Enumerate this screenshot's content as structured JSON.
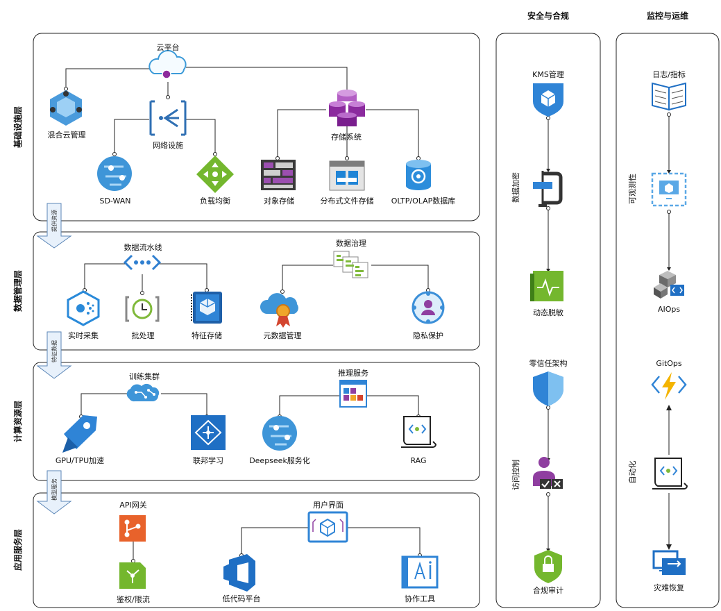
{
  "layers": {
    "infra": "基础设施层",
    "data": "数据管理层",
    "compute": "计算资源层",
    "app": "应用服务层"
  },
  "columns": {
    "security": "安全与合规",
    "ops": "监控与运维"
  },
  "flow_arrows": {
    "a1": "提供资源",
    "a2": "特征数据",
    "a3": "模型服务"
  },
  "infra": {
    "cloud": "云平台",
    "hybrid": "混合云管理",
    "network": "网络设施",
    "sdwan": "SD-WAN",
    "lb": "负载均衡",
    "storage": "存储系统",
    "object": "对象存储",
    "dfs": "分布式文件存储",
    "oltp": "OLTP/OLAP数据库"
  },
  "data": {
    "pipeline": "数据流水线",
    "realtime": "实时采集",
    "batch": "批处理",
    "feature": "特征存储",
    "governance": "数据治理",
    "meta": "元数据管理",
    "privacy": "隐私保护"
  },
  "compute": {
    "cluster": "训练集群",
    "gpu": "GPU/TPU加速",
    "federated": "联邦学习",
    "inference": "推理服务",
    "deepseek": "Deepseek服务化",
    "rag": "RAG"
  },
  "app": {
    "gateway": "API网关",
    "auth": "鉴权/限流",
    "ui": "用户界面",
    "lowcode": "低代码平台",
    "collab": "协作工具"
  },
  "security": {
    "kms": "KMS管理",
    "encrypt": "数据加密",
    "desens": "动态脱敏",
    "zerotrust": "零信任架构",
    "access": "访问控制",
    "audit": "合规审计"
  },
  "ops": {
    "logs": "日志/指标",
    "observe": "可观测性",
    "aiops": "AIOps",
    "gitops": "GitOps",
    "auto": "自动化",
    "dr": "灾难恢复"
  }
}
